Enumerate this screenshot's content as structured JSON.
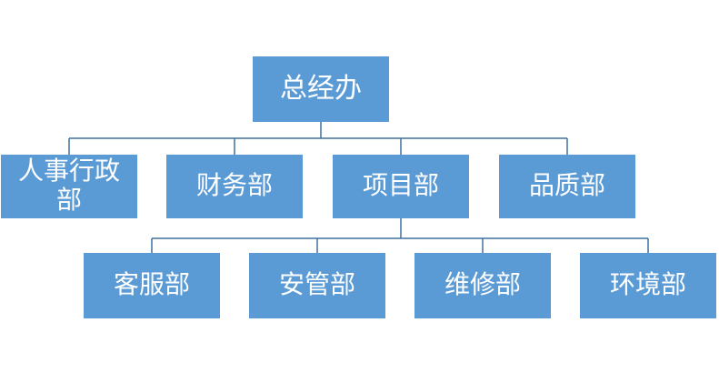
{
  "diagram": {
    "type": "org-chart",
    "background": "#FFFFFF",
    "colors": {
      "box_fill": "#5B9BD5",
      "box_text": "#FFFFFF",
      "connector": "#41719C"
    },
    "root": {
      "label": "总经办",
      "children": [
        {
          "label": "人事行政部",
          "children": []
        },
        {
          "label": "财务部",
          "children": []
        },
        {
          "label": "项目部",
          "children": [
            {
              "label": "客服部"
            },
            {
              "label": "安管部"
            },
            {
              "label": "维修部"
            },
            {
              "label": "环境部"
            }
          ]
        },
        {
          "label": "品质部",
          "children": []
        }
      ]
    }
  }
}
